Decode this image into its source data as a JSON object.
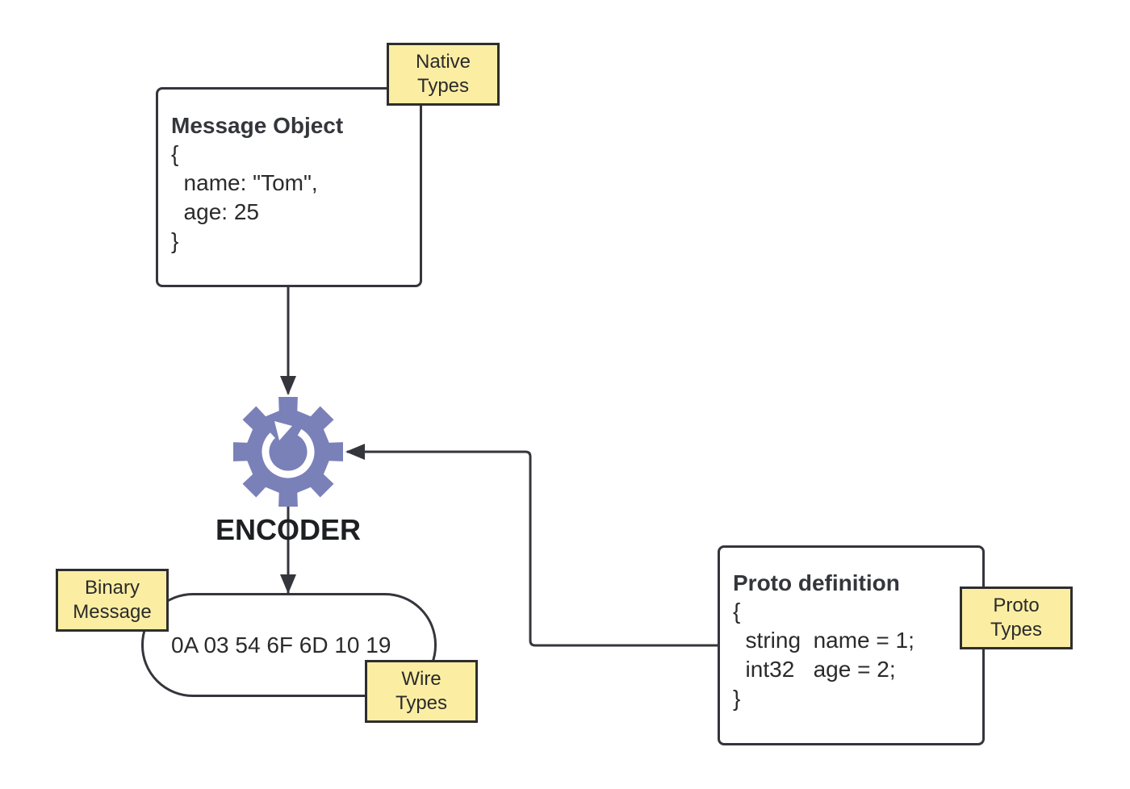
{
  "message_object": {
    "title": "Message Object",
    "lines": [
      "{",
      "  name: \"Tom\",",
      "  age: 25",
      "}"
    ]
  },
  "proto_definition": {
    "title": "Proto definition",
    "lines": [
      "{",
      "  string  name = 1;",
      "  int32   age = 2;",
      "}"
    ]
  },
  "encoder": {
    "label": "ENCODER",
    "icon": "gear-refresh-icon",
    "color": "#7a80b8"
  },
  "binary_message": {
    "value": "0A 03 54 6F 6D 10 19"
  },
  "notes": {
    "native_types": [
      "Native",
      "Types"
    ],
    "binary_message": [
      "Binary",
      "Message"
    ],
    "wire_types": [
      "Wire",
      "Types"
    ],
    "proto_types": [
      "Proto",
      "Types"
    ]
  },
  "colors": {
    "note_fill": "#fbeea3",
    "stroke": "#34363c"
  }
}
